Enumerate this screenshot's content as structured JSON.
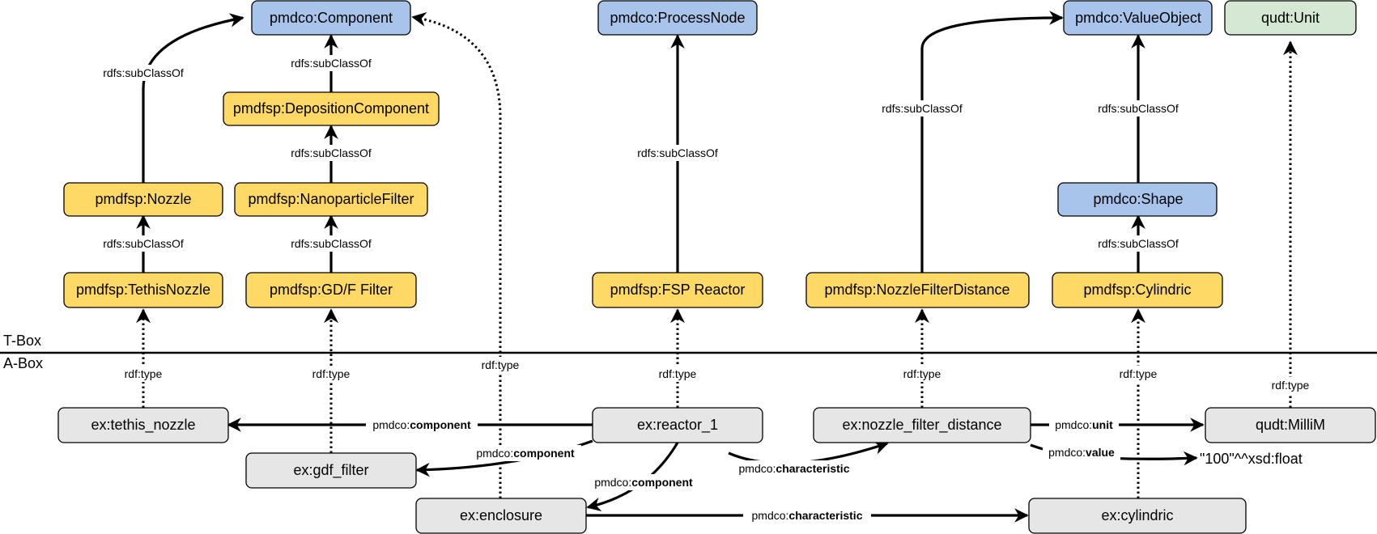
{
  "colors": {
    "blue": "#a9c4eb",
    "yellow": "#ffd966",
    "green": "#d5e8d4",
    "grey": "#e6e6e6"
  },
  "sections": {
    "tbox": "T-Box",
    "abox": "A-Box"
  },
  "nodes": {
    "component": {
      "label": "pmdco:Component",
      "color": "blue"
    },
    "processnode": {
      "label": "pmdco:ProcessNode",
      "color": "blue"
    },
    "valueobject": {
      "label": "pmdco:ValueObject",
      "color": "blue"
    },
    "unit": {
      "label": "qudt:Unit",
      "color": "green"
    },
    "depcomp": {
      "label": "pmdfsp:DepositionComponent",
      "color": "yellow"
    },
    "nozzle": {
      "label": "pmdfsp:Nozzle",
      "color": "yellow"
    },
    "npfilter": {
      "label": "pmdfsp:NanoparticleFilter",
      "color": "yellow"
    },
    "shape": {
      "label": "pmdco:Shape",
      "color": "blue"
    },
    "tethisnozzle": {
      "label": "pmdfsp:TethisNozzle",
      "color": "yellow"
    },
    "gdffilter": {
      "label": "pmdfsp:GD/F Filter",
      "color": "yellow"
    },
    "fspreactor": {
      "label": "pmdfsp:FSP Reactor",
      "color": "yellow"
    },
    "nfd": {
      "label": "pmdfsp:NozzleFilterDistance",
      "color": "yellow"
    },
    "cylindric": {
      "label": "pmdfsp:Cylindric",
      "color": "yellow"
    },
    "ex_tethis": {
      "label": "ex:tethis_nozzle",
      "color": "grey"
    },
    "ex_reactor": {
      "label": "ex:reactor_1",
      "color": "grey"
    },
    "ex_nfd": {
      "label": "ex:nozzle_filter_distance",
      "color": "grey"
    },
    "ex_millim": {
      "label": "qudt:MilliM",
      "color": "grey"
    },
    "ex_gdf": {
      "label": "ex:gdf_filter",
      "color": "grey"
    },
    "ex_enclosure": {
      "label": "ex:enclosure",
      "color": "grey"
    },
    "ex_cylindric": {
      "label": "ex:cylindric",
      "color": "grey"
    }
  },
  "literal": "\"100\"^^xsd:float",
  "edges": {
    "nozzle_sub": {
      "label": "rdfs:subClassOf"
    },
    "depcomp_sub": {
      "label": "rdfs:subClassOf"
    },
    "npfilter_sub": {
      "label": "rdfs:subClassOf"
    },
    "tethis_sub": {
      "label": "rdfs:subClassOf"
    },
    "gdf_sub": {
      "label": "rdfs:subClassOf"
    },
    "fsp_sub": {
      "label": "rdfs:subClassOf"
    },
    "nfd_sub": {
      "label": "rdfs:subClassOf"
    },
    "shape_sub": {
      "label": "rdfs:subClassOf"
    },
    "cyl_sub": {
      "label": "rdfs:subClassOf"
    },
    "tethis_type": {
      "label": "rdf:type"
    },
    "gdf_type": {
      "label": "rdf:type"
    },
    "enclosure_type": {
      "label": "rdf:type"
    },
    "reactor_type": {
      "label": "rdf:type"
    },
    "nfd_type": {
      "label": "rdf:type"
    },
    "cyl_type": {
      "label": "rdf:type"
    },
    "millim_type": {
      "label": "rdf:type"
    },
    "comp1": {
      "prefix": "pmdco:",
      "bold": "component"
    },
    "comp2": {
      "prefix": "pmdco:",
      "bold": "component"
    },
    "comp3": {
      "prefix": "pmdco:",
      "bold": "component"
    },
    "char1": {
      "prefix": "pmdco:",
      "bold": "characteristic"
    },
    "char2": {
      "prefix": "pmdco:",
      "bold": "characteristic"
    },
    "unit": {
      "prefix": "pmdco:",
      "bold": "unit"
    },
    "value": {
      "prefix": "pmdco:",
      "bold": "value"
    }
  }
}
